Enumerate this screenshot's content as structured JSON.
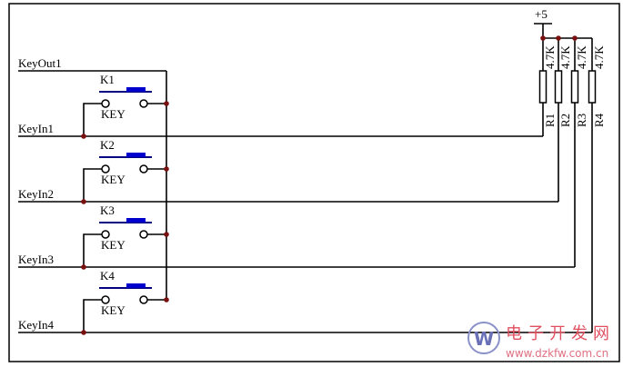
{
  "nets": [
    "KeyOut1",
    "KeyIn1",
    "KeyIn2",
    "KeyIn3",
    "KeyIn4"
  ],
  "switches": [
    {
      "ref": "K1",
      "value": "KEY"
    },
    {
      "ref": "K2",
      "value": "KEY"
    },
    {
      "ref": "K3",
      "value": "KEY"
    },
    {
      "ref": "K4",
      "value": "KEY"
    }
  ],
  "power": "+5",
  "resistors": [
    {
      "ref": "R1",
      "value": "4.7K"
    },
    {
      "ref": "R2",
      "value": "4.7K"
    },
    {
      "ref": "R3",
      "value": "4.7K"
    },
    {
      "ref": "R4",
      "value": "4.7K"
    }
  ],
  "colors": {
    "wire": "#000000",
    "switch": "#000080",
    "switch_cap": "#0000cc",
    "junction": "#7a1010",
    "watermark": "#e05060"
  },
  "watermark": {
    "title": "电子开发网",
    "url": "www.dzkfw.com.cn"
  }
}
